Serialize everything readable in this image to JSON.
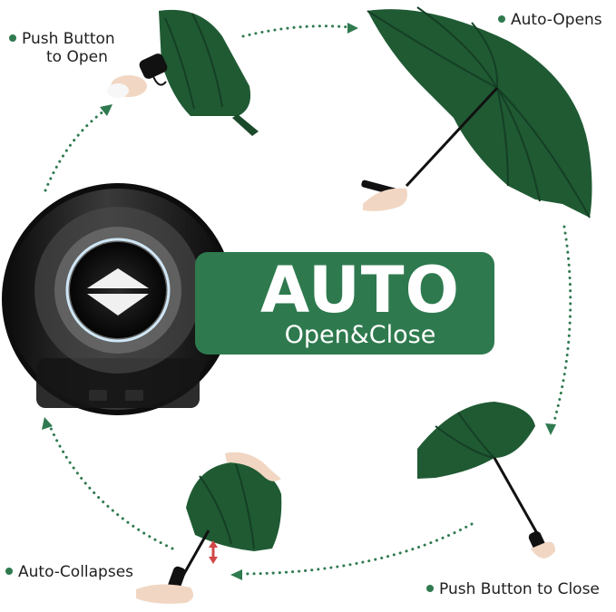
{
  "labels": {
    "push_button_line1": "Push Button",
    "push_button_line2": "to Open",
    "auto_opens": "Auto-Opens",
    "push_button_close": "Push Button to Close",
    "auto_collapses": "Auto-Collapses"
  },
  "banner": {
    "title": "AUTO",
    "subtitle": "Open&Close"
  },
  "colors": {
    "umbrella_green": "#1f5a33",
    "banner_green": "#2e7a4e",
    "dot_green": "#2f7a4f",
    "handle_black": "#111111"
  }
}
